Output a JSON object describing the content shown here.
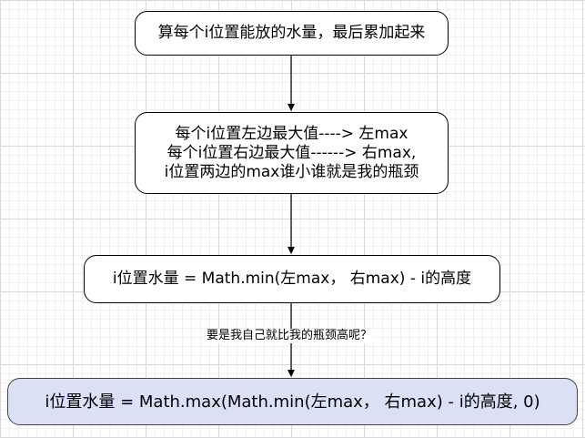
{
  "nodes": [
    {
      "id": "node-1",
      "text": "算每个i位置能放的水量，最后累加起来"
    },
    {
      "id": "node-2",
      "text": "每个i位置左边最大值----> 左max\n每个i位置右边最大值------> 右max,\ni位置两边的max谁小谁就是我的瓶颈"
    },
    {
      "id": "node-3",
      "text": "i位置水量 = Math.min(左max， 右max) - i的高度"
    },
    {
      "id": "node-4",
      "text": "i位置水量 = Math.max(Math.min(左max， 右max) - i的高度, 0)"
    }
  ],
  "edge_label": "要是我自己就比我的瓶颈高呢？",
  "colors": {
    "highlight_fill": "#dae0f5",
    "stroke": "#000000"
  }
}
